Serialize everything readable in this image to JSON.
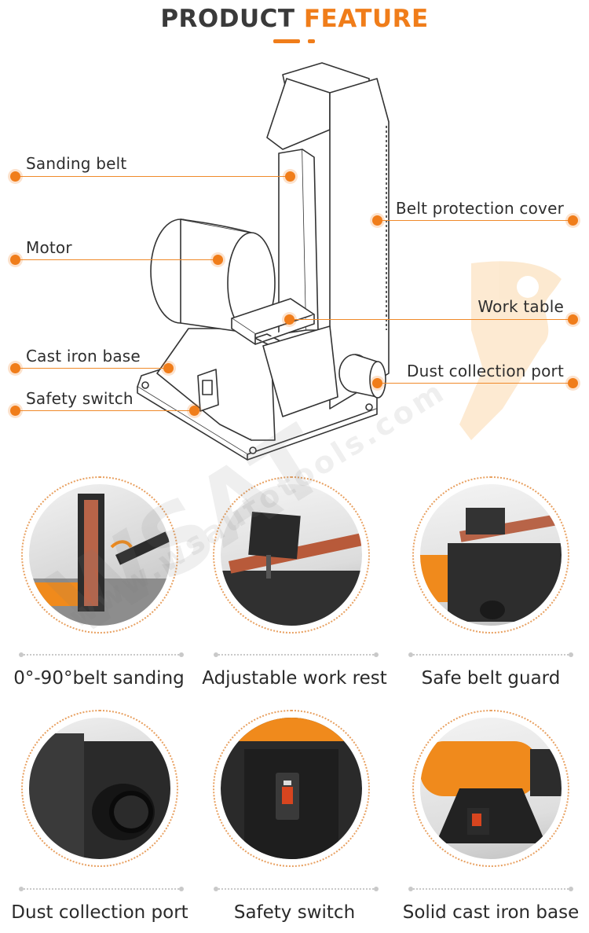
{
  "header": {
    "title_word1": "PRODUCT",
    "title_word2": "FEATURE"
  },
  "colors": {
    "accent": "#f07d1a",
    "text": "#2e2e2e",
    "machine_body": "#ffffff",
    "machine_orange": "#f08a1c"
  },
  "callouts": {
    "sanding_belt": "Sanding belt",
    "motor": "Motor",
    "cast_iron_base": "Cast iron base",
    "safety_switch": "Safety switch",
    "belt_protection_cover": "Belt protection cover",
    "work_table": "Work table",
    "dust_collection_port": "Dust collection port"
  },
  "features": [
    {
      "caption": "0°-90°belt sanding",
      "icon": "belt-sander-tilt-photo"
    },
    {
      "caption": "Adjustable work rest",
      "icon": "work-rest-photo"
    },
    {
      "caption": "Safe belt guard",
      "icon": "belt-guard-photo"
    },
    {
      "caption": "Dust collection port",
      "icon": "dust-port-photo"
    },
    {
      "caption": "Safety switch",
      "icon": "safety-switch-photo"
    },
    {
      "caption": "Solid cast iron base",
      "icon": "cast-iron-base-photo"
    }
  ],
  "watermark": {
    "brand": "WSAT",
    "url": "www.wsautotools.com"
  }
}
